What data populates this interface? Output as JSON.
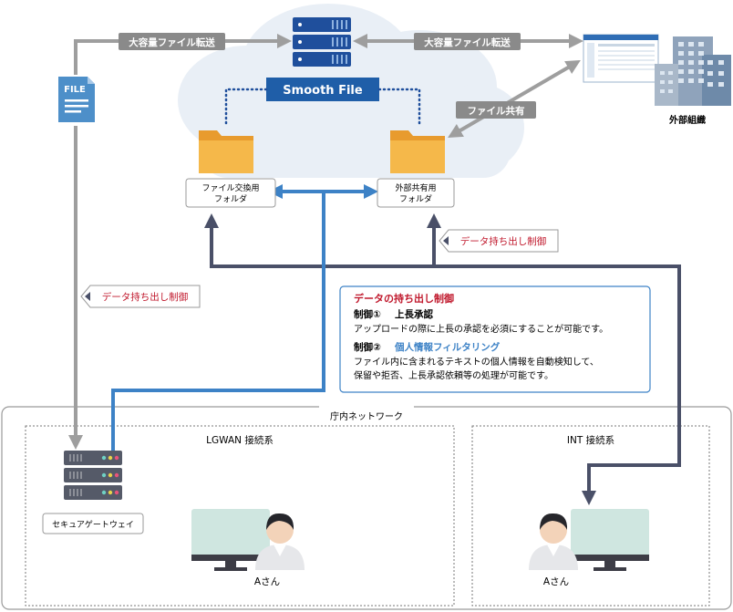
{
  "labels": {
    "transfer_left": "大容量ファイル転送",
    "transfer_right": "大容量ファイル転送",
    "file_share": "ファイル共有",
    "external_org": "外部組織",
    "logo": "Smooth File",
    "file_icon_text": "FILE",
    "folder_exchange_line1": "ファイル交換用",
    "folder_exchange_line2": "フォルダ",
    "folder_shared_line1": "外部共有用",
    "folder_shared_line2": "フォルダ",
    "data_control_right": "データ持ち出し制御",
    "data_control_left": "データ持ち出し制御",
    "network": "庁内ネットワーク",
    "lgwan": "LGWAN 接続系",
    "int": "INT 接続系",
    "gateway": "セキュアゲートウェイ",
    "user_left": "Aさん",
    "user_right": "Aさん"
  },
  "callout": {
    "title": "データの持ち出し制御",
    "c1_head": "制御①",
    "c1_title": "上長承認",
    "c1_body": "アップロードの際に上長の承認を必須にすることが可能です。",
    "c2_head": "制御②",
    "c2_title": "個人情報フィルタリング",
    "c2_body_line1": "ファイル内に含まれるテキストの個人情報を自動検知して、",
    "c2_body_line2": "保留や拒否、上長承認依頼等の処理が可能です。"
  },
  "colors": {
    "gray_arrow": "#9e9e9e",
    "navy_arrow": "#4a5068",
    "blue_arrow": "#3d82c6",
    "cloud": "#e9eff6",
    "folder": "#f5b84a",
    "folder_tab": "#e89b2e",
    "server": "#1f4f9c",
    "logo_bg": "#1f5ea8",
    "accent_red": "#c0182c",
    "file_icon": "#4d8fc9",
    "monitor": "#cfe6e0"
  }
}
